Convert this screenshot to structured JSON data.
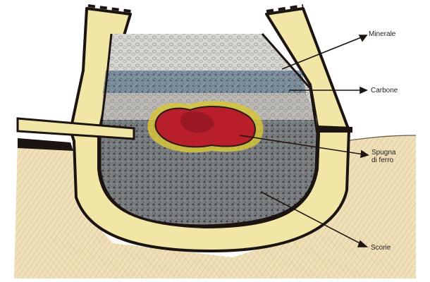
{
  "labels": {
    "minerale": "Minerale",
    "carbone": "Carbone",
    "spugna_line1": "Spugna",
    "spugna_line2": "di ferro",
    "scorie": "Scorie"
  },
  "colors": {
    "clay_wall": "#f1e6a6",
    "wall_outline": "#1c1410",
    "ore_layer": "#d9d7d2",
    "coal_band": "#3b5a78",
    "slag_fill": "#5e6066",
    "iron_sponge": "#b81f2a",
    "ground": "#efe0b8"
  }
}
